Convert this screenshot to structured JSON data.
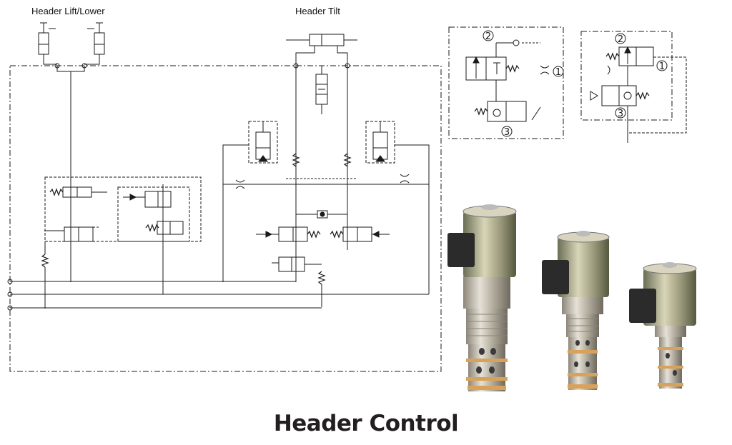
{
  "labels": {
    "header_lift_lower": "Header Lift/Lower",
    "header_tilt": "Header Tilt"
  },
  "title": "Header Control",
  "port_numbers": {
    "left_symbol": [
      "2",
      "1",
      "3"
    ],
    "right_symbol": [
      "2",
      "1",
      "3"
    ]
  },
  "colors": {
    "line": "#1a1a1a",
    "body_metal": "#c9c4b8",
    "coil_black": "#2b2b2b",
    "seal_orange": "#d9a25a",
    "title": "#231f20"
  }
}
